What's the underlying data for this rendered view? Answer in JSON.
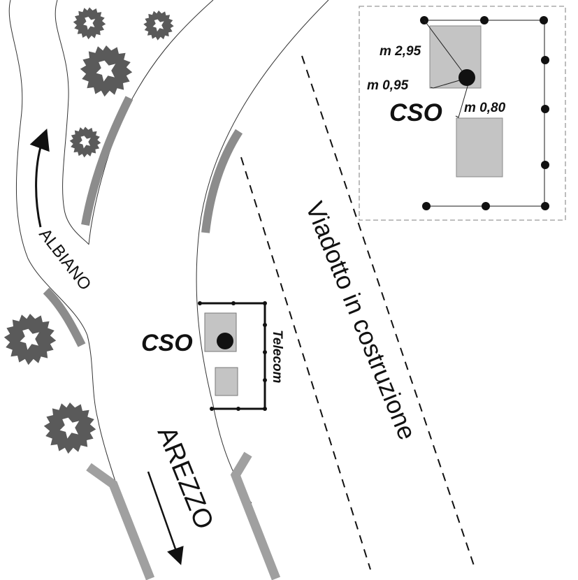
{
  "diagram": {
    "labels": {
      "albiano": "ALBIANO",
      "arezzo": "AREZZO",
      "viaduct": "Viadotto in costruzione",
      "cso_main": "CSO",
      "telecom": "Telecom",
      "cso_inset": "CSO"
    },
    "inset": {
      "measurements": [
        {
          "id": "m295",
          "text": "m 2,95"
        },
        {
          "id": "m095",
          "text": "m 0,95"
        },
        {
          "id": "m080",
          "text": "m 0,80"
        }
      ]
    },
    "legend_icons": [
      "tree-icon",
      "road-guardrail",
      "direction-arrow",
      "cso-marker-dot",
      "fence-post"
    ],
    "colors": {
      "tree": "#5a5a5a",
      "guardrail": "#8c8c8c",
      "guardrail_light": "#a0a0a0",
      "building": "#c4c4c4",
      "ink": "#111111",
      "inset_border": "#999999"
    }
  }
}
